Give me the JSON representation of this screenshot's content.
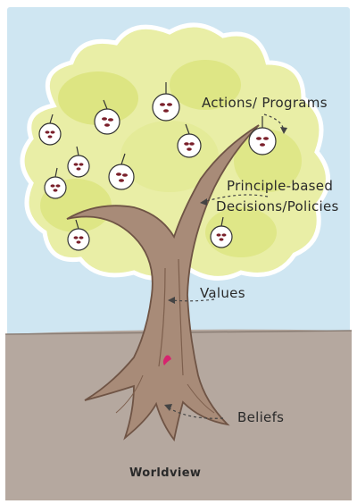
{
  "colors": {
    "sky": "#cfe6f2",
    "ground": "#b5a89f",
    "canopy": "#e9eea6",
    "canopy_dark": "#d6e06a",
    "trunk": "#a88b78",
    "trunk_dark": "#7d5f4d",
    "fruit": "#ffffff",
    "seed": "#7a1f2a",
    "heart": "#d6246e"
  },
  "labels": {
    "actions": "Actions/ Programs",
    "principle_line1": "Principle-based",
    "principle_line2": "Decisions/Policies",
    "values": "Values",
    "beliefs": "Beliefs",
    "worldview": "Worldview"
  }
}
